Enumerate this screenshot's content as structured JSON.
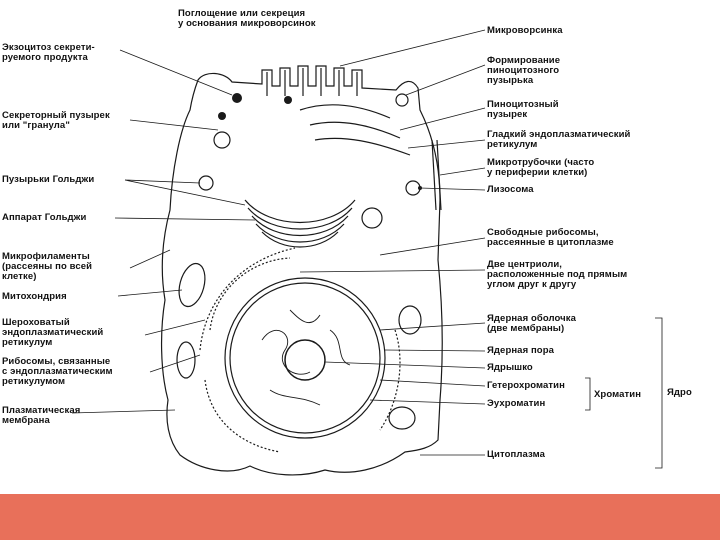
{
  "diagram": {
    "labels": {
      "uptake": "Поглощение или секреция\nу основания микроворсинок",
      "exocytosis": "Экзоцитоз секрети-\nруемого продукта",
      "secretory_vesicle": "Секреторный пузырек\nили \"гранула\"",
      "golgi_vesicles": "Пузырьки Гольджи",
      "golgi": "Аппарат Гольджи",
      "microfilaments": "Микрофиламенты\n(рассеяны по всей\nклетке)",
      "mitochondrion": "Митохондрия",
      "rough_er": "Шероховатый\nэндоплазматический\nретикулум",
      "bound_ribosomes": "Рибосомы, связанные\nс эндоплазматическим\nретикулумом",
      "plasma_membrane": "Плазматическая\nмембрана",
      "microvillus": "Микроворсинка",
      "pinocytotic_formation": "Формирование\nпиноцитозного\nпузырька",
      "pinocytotic_vesicle": "Пиноцитозный\nпузырек",
      "smooth_er": "Гладкий эндоплазматический\nретикулум",
      "microtubules": "Микротрубочки (часто\nу периферии клетки)",
      "lysosome": "Лизосома",
      "free_ribosomes": "Свободные рибосомы,\nрассеянные в цитоплазме",
      "centrioles": "Две центриоли,\nрасположенные под прямым\nуглом друг к другу",
      "nuclear_envelope": "Ядерная оболочка\n(две мембраны)",
      "nuclear_pore": "Ядерная пора",
      "nucleolus": "Ядрышко",
      "heterochromatin": "Гетерохроматин",
      "euchromatin": "Эухроматин",
      "chromatin": "Хроматин",
      "nucleus": "Ядро",
      "cytoplasm": "Цитоплазма"
    }
  },
  "colors": {
    "ink": "#1a1a1a",
    "footer": "#e8705a",
    "background": "#ffffff"
  }
}
